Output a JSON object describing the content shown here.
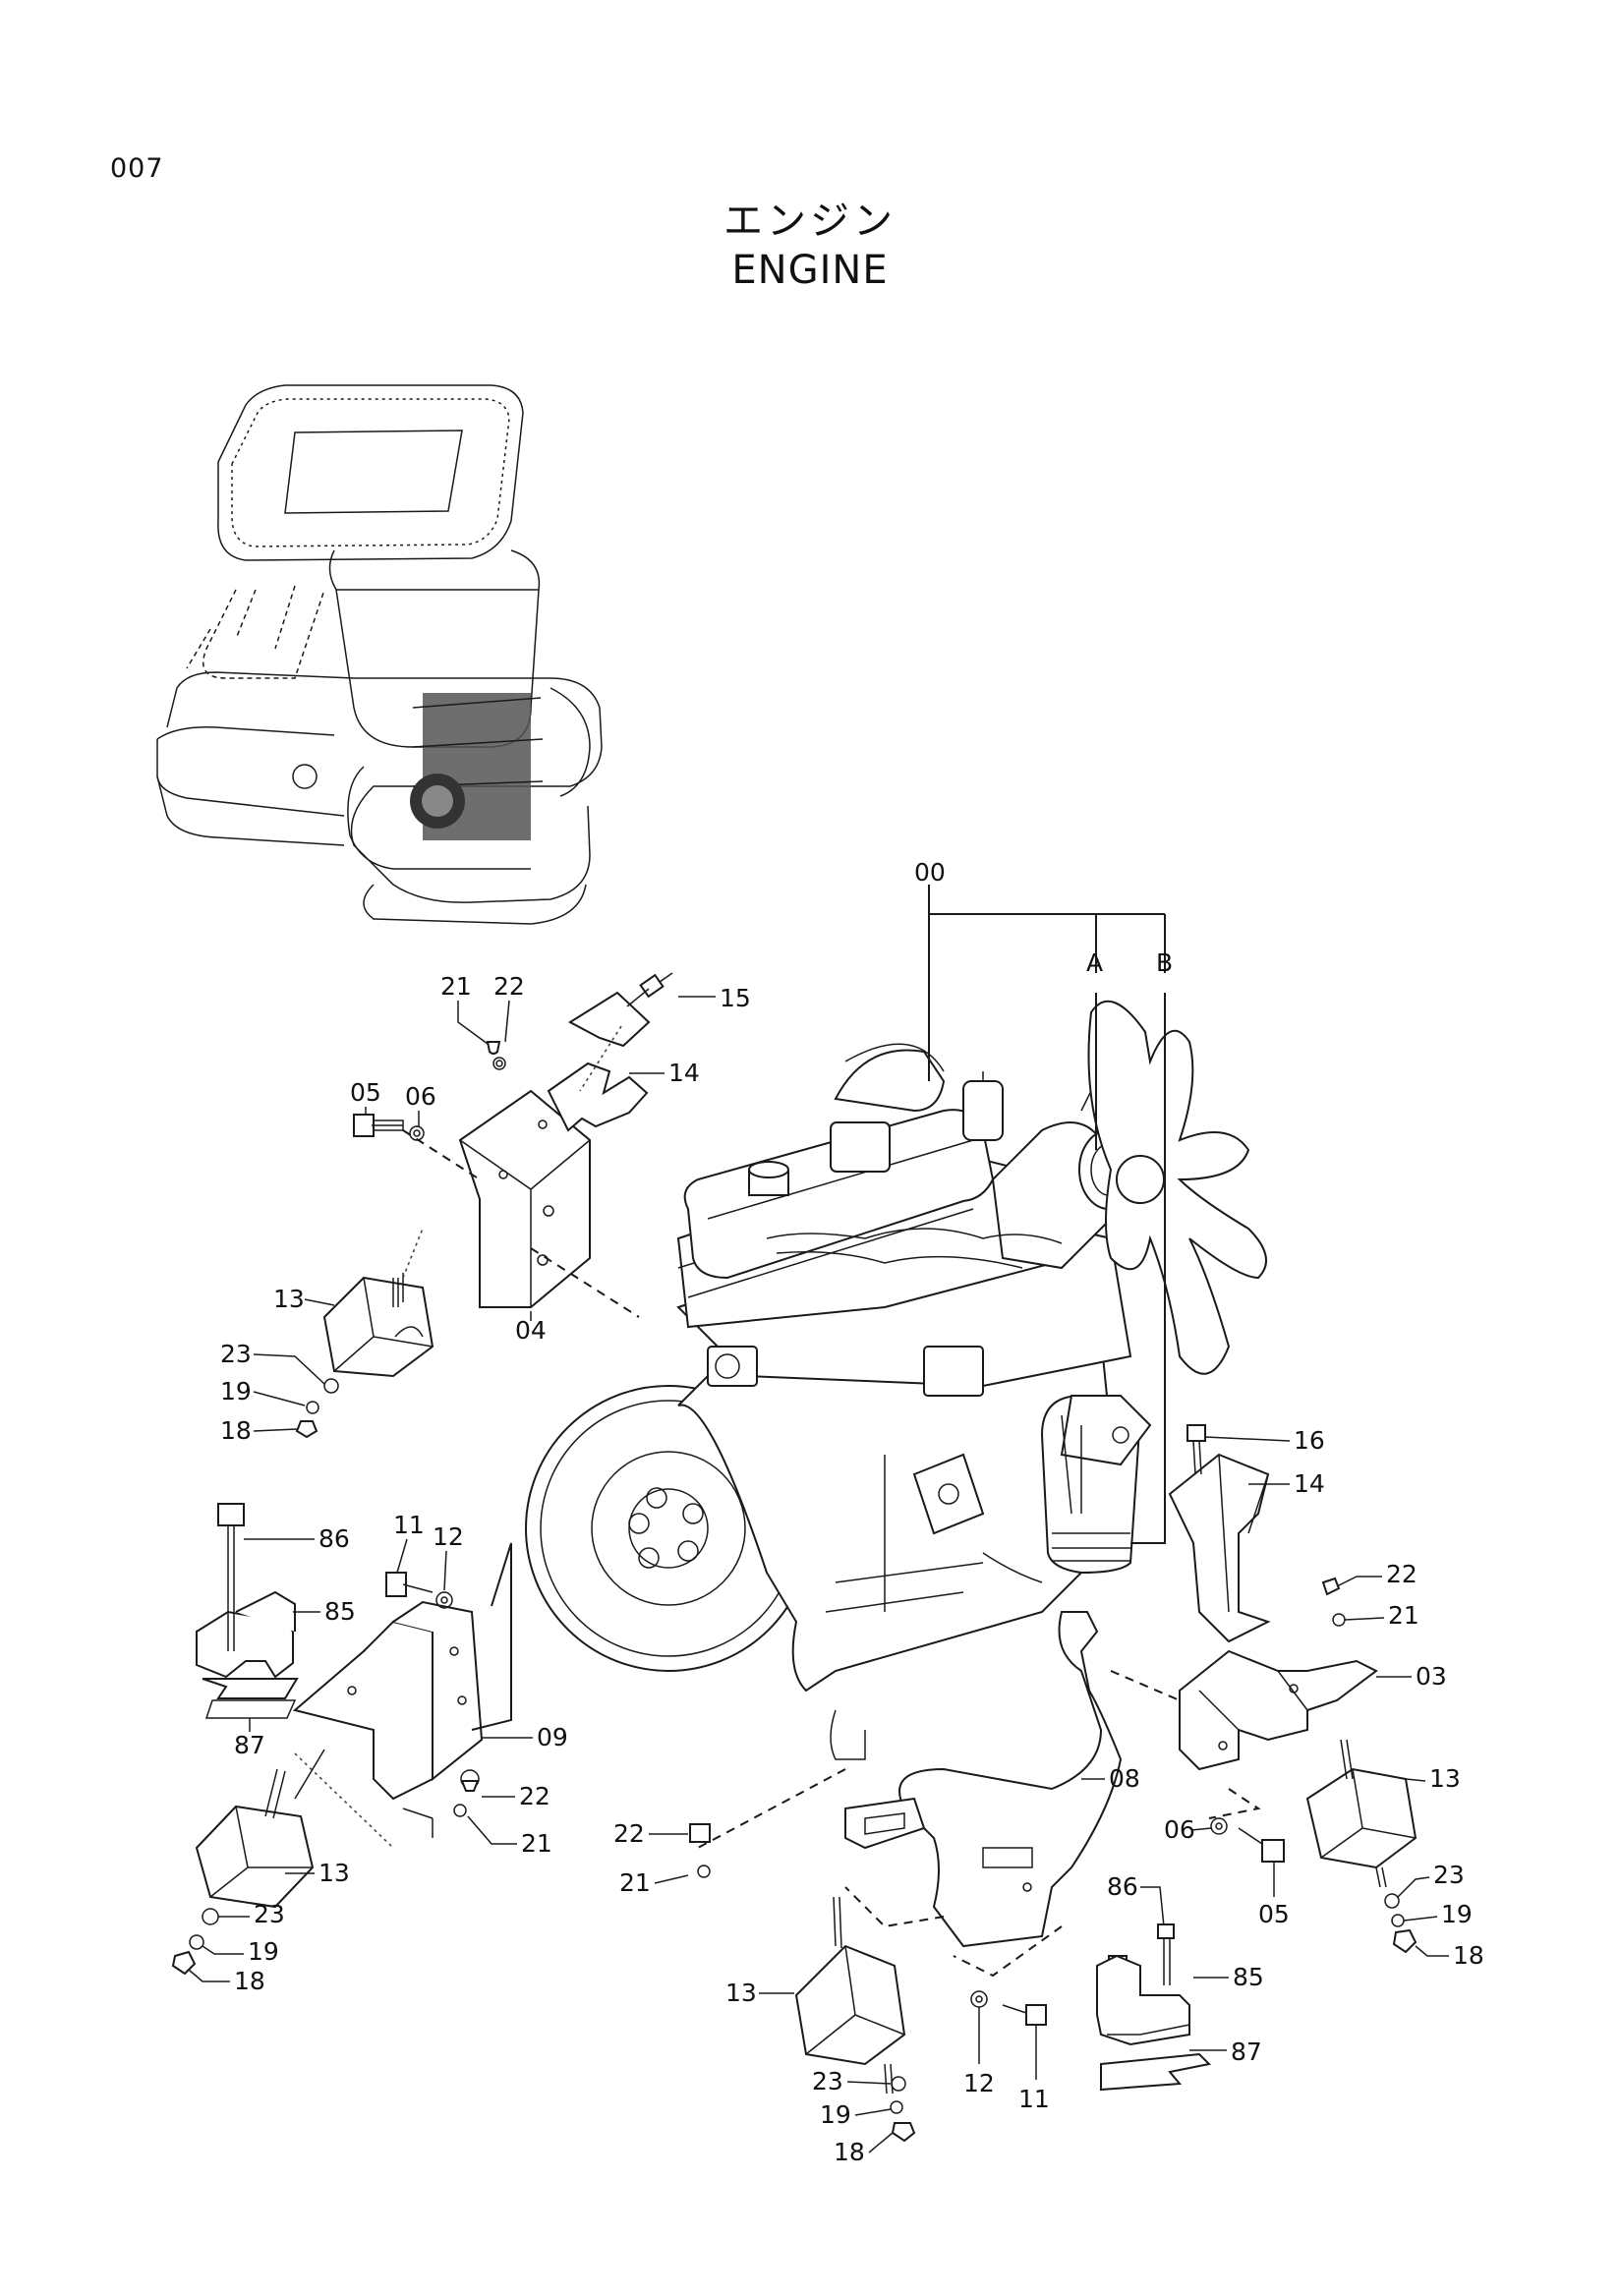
{
  "page_number": "007",
  "title": {
    "japanese": "エンジン",
    "english": "ENGINE"
  },
  "callouts": {
    "c00": "00",
    "cA": "A",
    "cB": "B",
    "c21a": "21",
    "c22a": "22",
    "c15": "15",
    "c14a": "14",
    "c05a": "05",
    "c06a": "06",
    "c04": "04",
    "c13a": "13",
    "c23a": "23",
    "c19a": "19",
    "c18a": "18",
    "c86a": "86",
    "c85a": "85",
    "c87a": "87",
    "c11a": "11",
    "c12a": "12",
    "c09": "09",
    "c22b": "22",
    "c21b": "21",
    "c13b": "13",
    "c23b": "23",
    "c19b": "19",
    "c18b": "18",
    "c16": "16",
    "c14b": "14",
    "c22c": "22",
    "c21c": "21",
    "c03": "03",
    "c13c": "13",
    "c06b": "06",
    "c05b": "05",
    "c23c": "23",
    "c19c": "19",
    "c18c": "18",
    "c08": "08",
    "c22d": "22",
    "c21d": "21",
    "c13d": "13",
    "c23d": "23",
    "c19d": "19",
    "c18d": "18",
    "c86b": "86",
    "c85b": "85",
    "c87b": "87",
    "c12b": "12",
    "c11b": "11"
  }
}
